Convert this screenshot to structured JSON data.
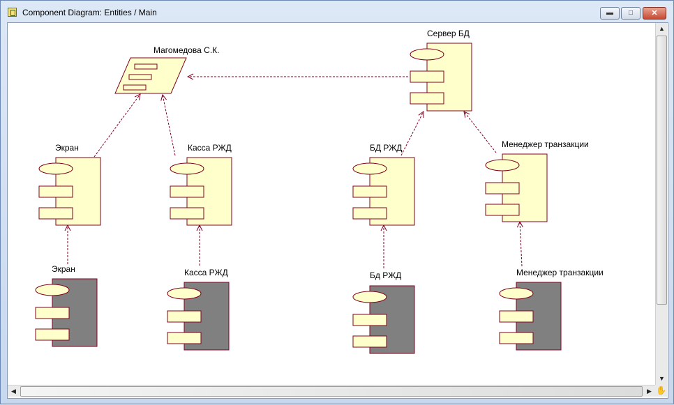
{
  "window": {
    "title": "Component Diagram: Entities / Main",
    "buttons": {
      "minimize": "▬",
      "maximize": "□",
      "close": "✕"
    }
  },
  "colors": {
    "component_fill": "#ffffcc",
    "component_stroke": "#800020",
    "implementation_fill": "#808080",
    "dependency_line": "#800020"
  },
  "diagram": {
    "components": {
      "magomedova": {
        "label": "Магомедова С.К.",
        "kind": "subsystem"
      },
      "server_db": {
        "label": "Сервер БД",
        "kind": "component"
      },
      "screen": {
        "label": "Экран",
        "kind": "component"
      },
      "kassa": {
        "label": "Касса РЖД",
        "kind": "component"
      },
      "bd_rzhd": {
        "label": "БД РЖД",
        "kind": "component"
      },
      "manager": {
        "label": "Менеджер транзакции",
        "kind": "component"
      },
      "screen_impl": {
        "label": "Экран",
        "kind": "implementation"
      },
      "kassa_impl": {
        "label": "Касса РЖД",
        "kind": "implementation"
      },
      "bd_impl": {
        "label": "Бд РЖД",
        "kind": "implementation"
      },
      "manager_impl": {
        "label": "Менеджер транзакции",
        "kind": "implementation"
      }
    },
    "dependencies": [
      {
        "from": "server_db",
        "to": "magomedova"
      },
      {
        "from": "screen",
        "to": "magomedova"
      },
      {
        "from": "kassa",
        "to": "magomedova"
      },
      {
        "from": "bd_rzhd",
        "to": "server_db"
      },
      {
        "from": "manager",
        "to": "server_db"
      },
      {
        "from": "screen_impl",
        "to": "screen"
      },
      {
        "from": "kassa_impl",
        "to": "kassa"
      },
      {
        "from": "bd_impl",
        "to": "bd_rzhd"
      },
      {
        "from": "manager_impl",
        "to": "manager"
      }
    ]
  },
  "scrollbars": {
    "up": "▲",
    "down": "▼",
    "left": "◀",
    "right": "▶",
    "grip_icon": "hand-icon"
  }
}
